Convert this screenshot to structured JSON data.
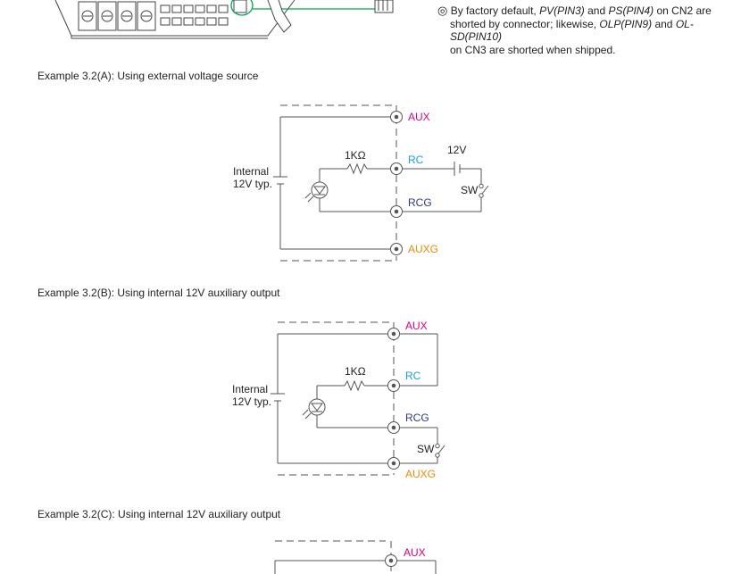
{
  "note": {
    "symbol": "◎",
    "line1_a": "By factory default, ",
    "pv": "PV(PIN3)",
    "and1": " and ",
    "ps": "PS(PIN4)",
    "line1_b": " on CN2 are",
    "line2_a": "shorted by connector; likewise, ",
    "olp": "OLP(PIN9)",
    "and2": " and ",
    "olsd": "OL-SD(PIN10)",
    "line3": "on CN3 are shorted when shipped."
  },
  "examples": [
    {
      "title": "Example 3.2(A): Using external voltage source",
      "labels": {
        "aux": "AUX",
        "rc": "RC",
        "rcg": "RCG",
        "auxg": "AUXG",
        "resistor": "1KΩ",
        "source": "12V",
        "switch": "SW",
        "internal": "Internal",
        "internal_v": "12V typ."
      }
    },
    {
      "title": "Example 3.2(B): Using internal 12V auxiliary output",
      "labels": {
        "aux": "AUX",
        "rc": "RC",
        "rcg": "RCG",
        "auxg": "AUXG",
        "resistor": "1KΩ",
        "switch": "SW",
        "internal": "Internal",
        "internal_v": "12V typ."
      }
    },
    {
      "title": "Example 3.2(C): Using internal 12V auxiliary output",
      "labels": {
        "aux": "AUX"
      }
    }
  ],
  "colors": {
    "aux": "#e3007f",
    "rc": "#1a9fd9",
    "rcg": "#2b3990",
    "auxg": "#f08c00",
    "line": "#555555",
    "connector": "#00a651"
  }
}
